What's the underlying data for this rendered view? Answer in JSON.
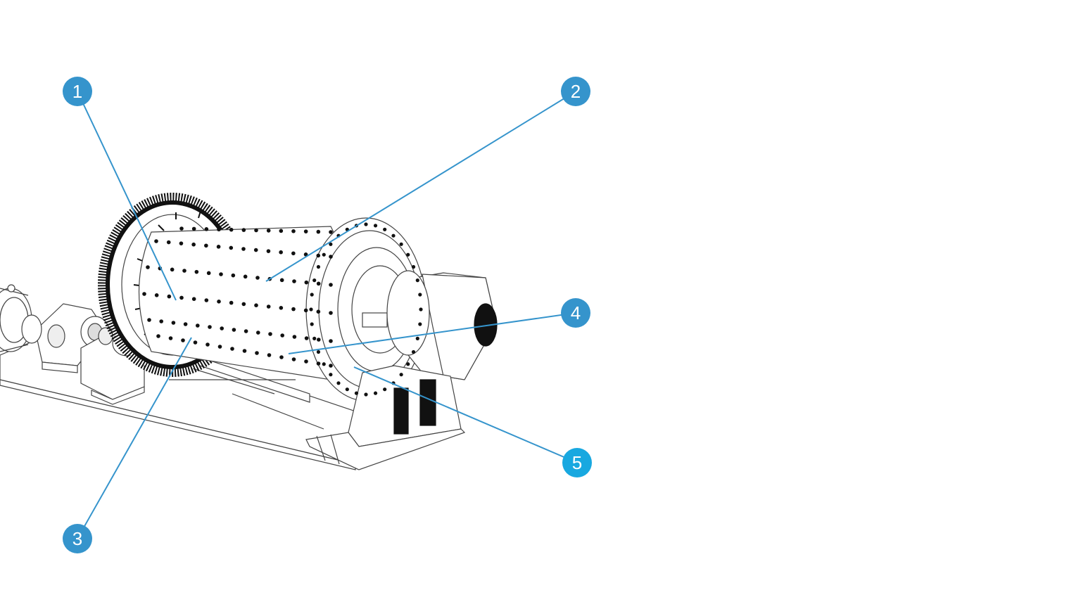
{
  "colors": {
    "background": "#ffffff",
    "callout": "#3594cc",
    "callout_alt": "#18a8e0",
    "line": "#3594cc",
    "outline": "#333333",
    "dark": "#111111",
    "bolt": "#111111"
  },
  "callouts": [
    {
      "label": "1",
      "color_key": "callout"
    },
    {
      "label": "2",
      "color_key": "callout"
    },
    {
      "label": "3",
      "color_key": "callout"
    },
    {
      "label": "4",
      "color_key": "callout"
    },
    {
      "label": "5",
      "color_key": "callout_alt"
    }
  ]
}
